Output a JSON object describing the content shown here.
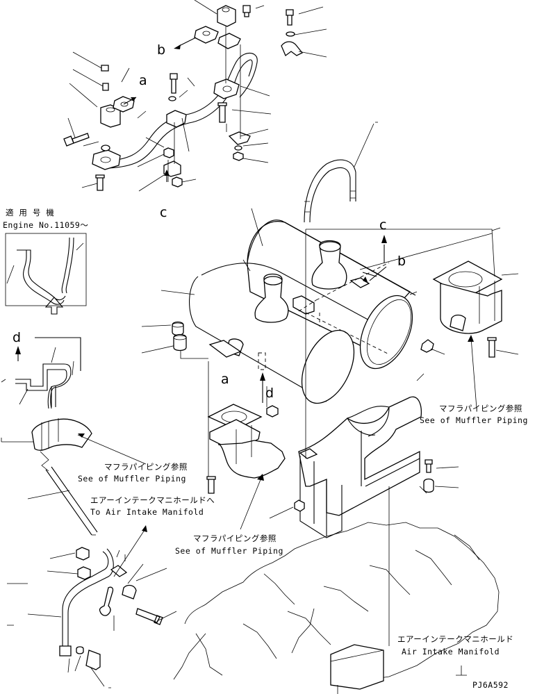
{
  "labels": {
    "a_top": "a",
    "b_top": "b",
    "c_top": "c",
    "c_mid": "c",
    "b_mid": "b",
    "a_mid": "a",
    "d_mid": "d",
    "d_left": "d"
  },
  "engine_note": {
    "jp": "適 用 号 機",
    "en": "Engine No.11059～"
  },
  "notes": {
    "muffler_right_jp": "マフラパイピング参照",
    "muffler_right_en": "See of Muffler Piping",
    "muffler_left_jp": "マフラパイピング参照",
    "muffler_left_en": "See of Muffler Piping",
    "air_to_jp": "エアーインテークマニホールドへ",
    "air_to_en": "To Air Intake Manifold",
    "muffler_bottom_jp": "マフラパイピング参照",
    "muffler_bottom_en": "See of Muffler Piping",
    "air_manifold_jp": "エアーインテークマニホールド",
    "air_manifold_en": "Air Intake Manifold"
  },
  "drawing_code": "PJ6A592"
}
